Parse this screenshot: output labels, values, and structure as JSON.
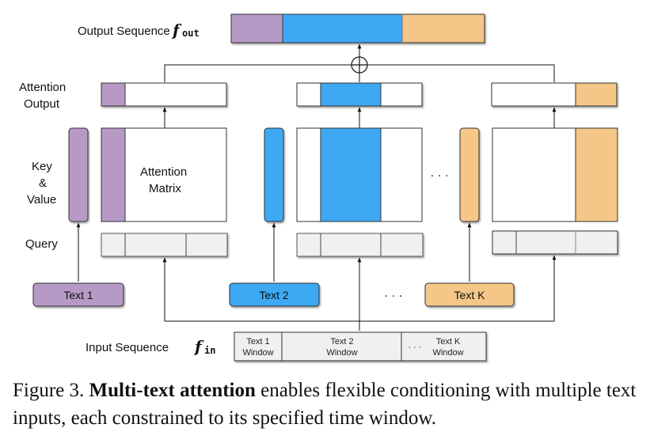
{
  "colors": {
    "text1": "#b799c6",
    "text2": "#3ea8f3",
    "textK": "#f4c687",
    "query": "#f0f0f0",
    "stroke": "#333333"
  },
  "labels": {
    "output_sequence": "Output Sequence",
    "output_symbol": "f",
    "output_sub": "out",
    "attention_output_line1": "Attention",
    "attention_output_line2": "Output",
    "key_line1": "Key",
    "key_line2": "&",
    "key_line3": "Value",
    "query": "Query",
    "attention_matrix_line1": "Attention",
    "attention_matrix_line2": "Matrix",
    "input_sequence": "Input Sequence",
    "input_symbol": "f",
    "input_sub": "in",
    "ellipsis": "· · ·",
    "sum_symbol": "⊕"
  },
  "texts": [
    {
      "label": "Text 1"
    },
    {
      "label": "Text 2"
    },
    {
      "label": "Text K"
    }
  ],
  "input_windows": [
    {
      "line1": "Text 1",
      "line2": "Window"
    },
    {
      "line1": "Text 2",
      "line2": "Window"
    },
    {
      "line1": "Text K",
      "line2": "Window"
    }
  ],
  "caption": {
    "prefix": "Figure 3. ",
    "bold": "Multi-text attention",
    "rest": " enables flexible conditioning with multiple text inputs, each constrained to its specified time window."
  }
}
